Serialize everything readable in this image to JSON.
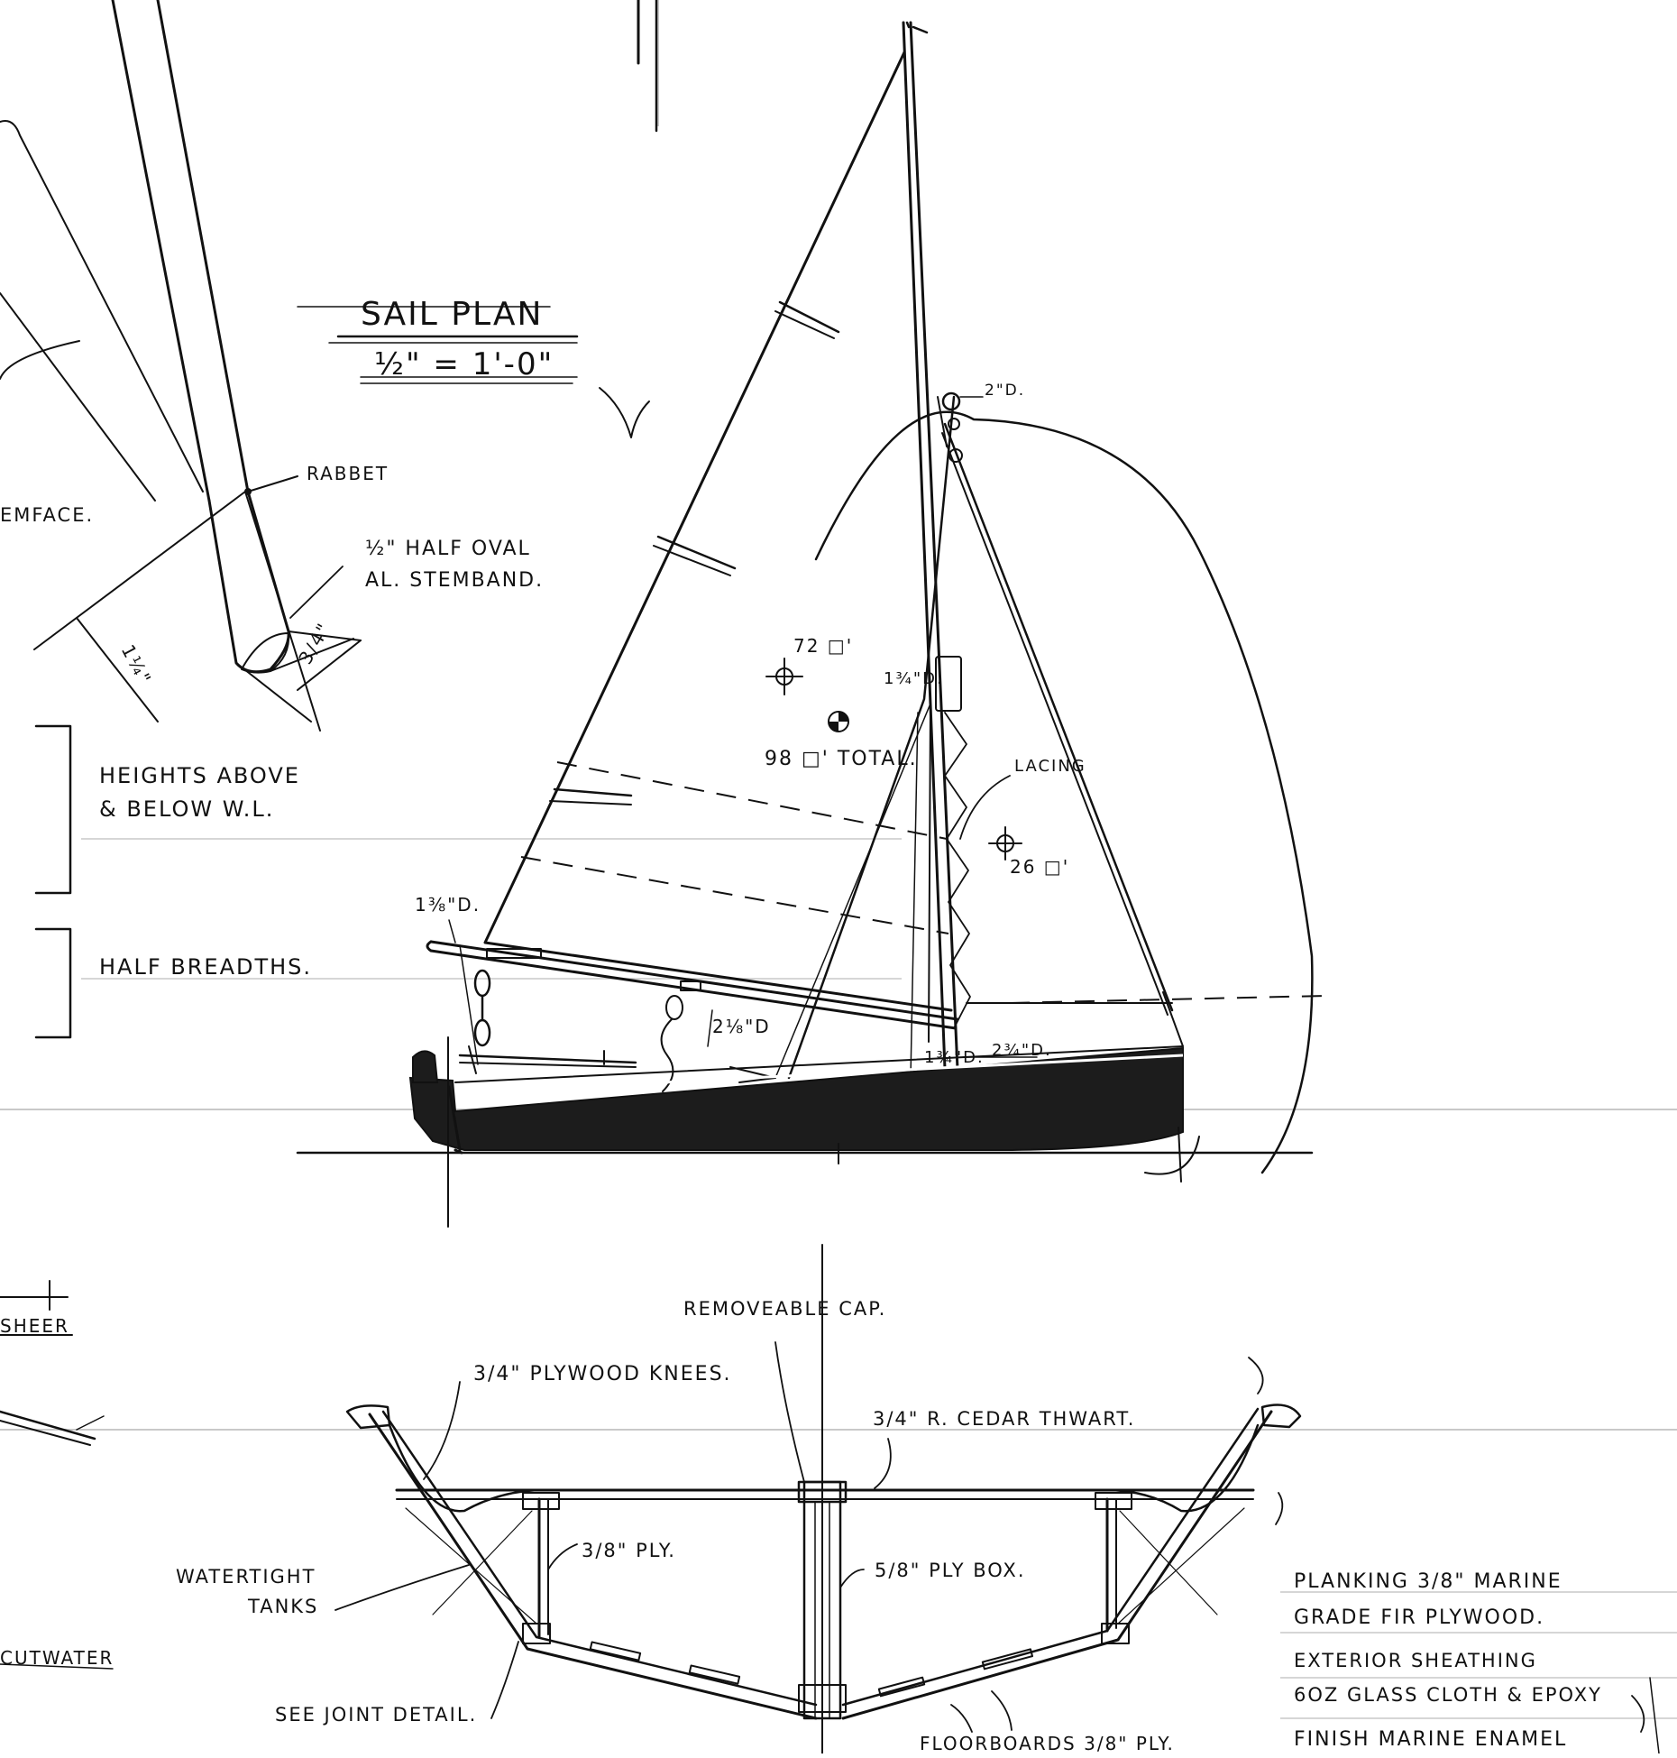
{
  "sail_plan": {
    "title": "SAIL PLAN",
    "scale": "½\" = 1'-0\""
  },
  "stem_detail": {
    "rabbet": "RABBET",
    "stemface": "EMFACE.",
    "band_line1": "½\" HALF OVAL",
    "band_line2": "AL. STEMBAND.",
    "dim_1_1_4": "1¼\"",
    "dim_3_4": "3/4\""
  },
  "legend": {
    "heights_line1": "HEIGHTS ABOVE",
    "heights_line2": "& BELOW W.L.",
    "half_breadths": "HALF BREADTHS."
  },
  "rig_labels": {
    "masthead_dia": "2\"D.",
    "area_main": "72 □'",
    "mast_mid_dia": "1¾\"D.",
    "area_total": "98 □' TOTAL.",
    "lacing": "LACING",
    "area_jib": "26 □'",
    "boom_end_dia": "1⅜\"D.",
    "boom_mid_dia": "2⅛\"D",
    "mast_heel_dia": "1¾\"D.",
    "mast_step_dia": "2¾\"D."
  },
  "lines_labels": {
    "sheer": "SHEER",
    "cutwater": "CUTWATER"
  },
  "section_labels": {
    "removeable_cap": "REMOVEABLE CAP.",
    "knees": "3/4\" PLYWOOD KNEES.",
    "thwart": "3/4\" R. CEDAR THWART.",
    "ply_3_8": "3/8\" PLY.",
    "ply_box": "5/8\" PLY BOX.",
    "tanks_line1": "WATERTIGHT",
    "tanks_line2": "TANKS",
    "joint_detail": "SEE JOINT DETAIL.",
    "floorboards": "FLOORBOARDS 3/8\" PLY."
  },
  "notes": {
    "planking_line1": "PLANKING 3/8\" MARINE",
    "planking_line2": "GRADE FIR PLYWOOD.",
    "sheathing_line1": "EXTERIOR SHEATHING",
    "sheathing_line2": "6OZ GLASS CLOTH & EPOXY",
    "finish": "FINISH MARINE ENAMEL"
  },
  "colors": {
    "ink": "#111111",
    "paper": "#ffffff",
    "hull_fill": "#1c1c1c"
  }
}
